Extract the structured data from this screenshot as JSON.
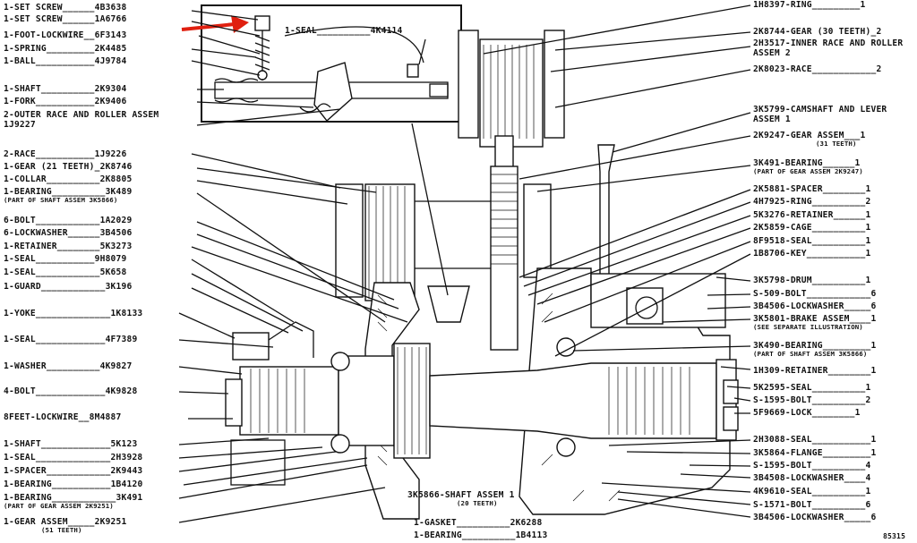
{
  "figure_number": "85315",
  "left_labels": [
    {
      "qty": "1",
      "name": "SET SCREW",
      "part": "4B3638"
    },
    {
      "qty": "1",
      "name": "SET SCREW",
      "part": "1A6766"
    },
    {
      "qty": "1",
      "name": "FOOT-LOCKWIRE",
      "part": "6F3143"
    },
    {
      "qty": "1",
      "name": "SPRING",
      "part": "2K4485"
    },
    {
      "qty": "1",
      "name": "BALL",
      "part": "4J9784"
    },
    {
      "qty": "1",
      "name": "SHAFT",
      "part": "2K9304"
    },
    {
      "qty": "1",
      "name": "FORK",
      "part": "2K9406"
    },
    {
      "qty": "2",
      "name": "OUTER RACE AND ROLLER ASSEM",
      "part": "1J9227"
    },
    {
      "qty": "2",
      "name": "RACE",
      "part": "1J9226"
    },
    {
      "qty": "1",
      "name": "GEAR (21 TEETH)",
      "part": "2K8746"
    },
    {
      "qty": "1",
      "name": "COLLAR",
      "part": "2K8805"
    },
    {
      "qty": "1",
      "name": "BEARING",
      "part": "3K489",
      "note": "(PART OF SHAFT ASSEM 3K5866)"
    },
    {
      "qty": "6",
      "name": "BOLT",
      "part": "1A2029"
    },
    {
      "qty": "6",
      "name": "LOCKWASHER",
      "part": "3B4506"
    },
    {
      "qty": "1",
      "name": "RETAINER",
      "part": "5K3273"
    },
    {
      "qty": "1",
      "name": "SEAL",
      "part": "9H8079"
    },
    {
      "qty": "1",
      "name": "SEAL",
      "part": "5K658"
    },
    {
      "qty": "1",
      "name": "GUARD",
      "part": "3K196"
    },
    {
      "qty": "1",
      "name": "YOKE",
      "part": "1K8133"
    },
    {
      "qty": "1",
      "name": "SEAL",
      "part": "4F7389"
    },
    {
      "qty": "1",
      "name": "WASHER",
      "part": "4K9827"
    },
    {
      "qty": "4",
      "name": "BOLT",
      "part": "4K9828"
    },
    {
      "qty": "8",
      "name": "FEET-LOCKWIRE",
      "part": "8M4887"
    },
    {
      "qty": "1",
      "name": "SHAFT",
      "part": "5K123"
    },
    {
      "qty": "1",
      "name": "SEAL",
      "part": "2H3928"
    },
    {
      "qty": "1",
      "name": "SPACER",
      "part": "2K9443"
    },
    {
      "qty": "1",
      "name": "BEARING",
      "part": "1B4120"
    },
    {
      "qty": "1",
      "name": "BEARING",
      "part": "3K491",
      "note": "(PART OF GEAR ASSEM 2K9251)"
    },
    {
      "qty": "1",
      "name": "GEAR ASSEM",
      "part": "2K9251",
      "note": "(51 TEETH)"
    }
  ],
  "right_labels": [
    {
      "qty": "1",
      "name": "1H8397-RING"
    },
    {
      "qty": "2",
      "name": "2K8744-GEAR (30 TEETH)"
    },
    {
      "qty": "2",
      "name": "2H3517-INNER RACE AND ROLLER ASSEM"
    },
    {
      "qty": "2",
      "name": "2K8023-RACE"
    },
    {
      "qty": "1",
      "name": "3K5799-CAMSHAFT AND LEVER ASSEM"
    },
    {
      "qty": "1",
      "name": "2K9247-GEAR ASSEM",
      "note": "(31 TEETH)"
    },
    {
      "qty": "1",
      "name": "3K491-BEARING",
      "note": "(PART OF GEAR ASSEM 2K9247)"
    },
    {
      "qty": "1",
      "name": "2K5881-SPACER"
    },
    {
      "qty": "2",
      "name": "4H7925-RING"
    },
    {
      "qty": "1",
      "name": "5K3276-RETAINER"
    },
    {
      "qty": "1",
      "name": "2K5859-CAGE"
    },
    {
      "qty": "1",
      "name": "8F9518-SEAL"
    },
    {
      "qty": "1",
      "name": "1B8706-KEY"
    },
    {
      "qty": "1",
      "name": "3K5798-DRUM"
    },
    {
      "qty": "6",
      "name": "S-509-BOLT"
    },
    {
      "qty": "6",
      "name": "3B4506-LOCKWASHER"
    },
    {
      "qty": "1",
      "name": "3K5801-BRAKE ASSEM",
      "note": "(SEE SEPARATE ILLUSTRATION)"
    },
    {
      "qty": "1",
      "name": "3K490-BEARING",
      "note": "(PART OF SHAFT ASSEM 3K5866)"
    },
    {
      "qty": "1",
      "name": "1H309-RETAINER"
    },
    {
      "qty": "1",
      "name": "5K2595-SEAL"
    },
    {
      "qty": "2",
      "name": "S-1595-BOLT"
    },
    {
      "qty": "1",
      "name": "5F9669-LOCK"
    },
    {
      "qty": "1",
      "name": "2H3088-SEAL"
    },
    {
      "qty": "1",
      "name": "3K5864-FLANGE"
    },
    {
      "qty": "4",
      "name": "S-1595-BOLT"
    },
    {
      "qty": "4",
      "name": "3B4508-LOCKWASHER"
    },
    {
      "qty": "1",
      "name": "4K9610-SEAL"
    },
    {
      "qty": "6",
      "name": "S-1571-BOLT"
    },
    {
      "qty": "6",
      "name": "3B4506-LOCKWASHER"
    }
  ],
  "inset_label": {
    "qty": "1",
    "name": "SEAL",
    "part": "4K4114"
  },
  "bottom_labels": [
    {
      "qty": "",
      "name": "3K5866-SHAFT ASSEM",
      "note": "(20 TEETH)",
      "part": "1"
    },
    {
      "qty": "1",
      "name": "GASKET",
      "part": "2K6288"
    },
    {
      "qty": "1",
      "name": "BEARING",
      "part": "1B4113"
    }
  ]
}
